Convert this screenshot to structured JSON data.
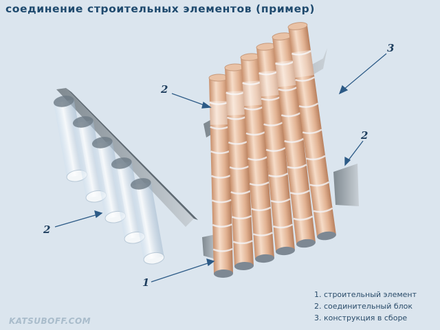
{
  "title": "соединение строительных элементов (пример)",
  "callouts": [
    "2",
    "3",
    "2",
    "2",
    "1"
  ],
  "legend": [
    "1. строительный элемент",
    "2. соединительный блок",
    "3. конструкция в сборе"
  ],
  "watermark": "KATSUBOFF.COM",
  "colors": {
    "background": "#dbe5ee",
    "cylinder": "#e3b89a",
    "text": "#1f4a6e",
    "rail": "#9aa3ab"
  }
}
